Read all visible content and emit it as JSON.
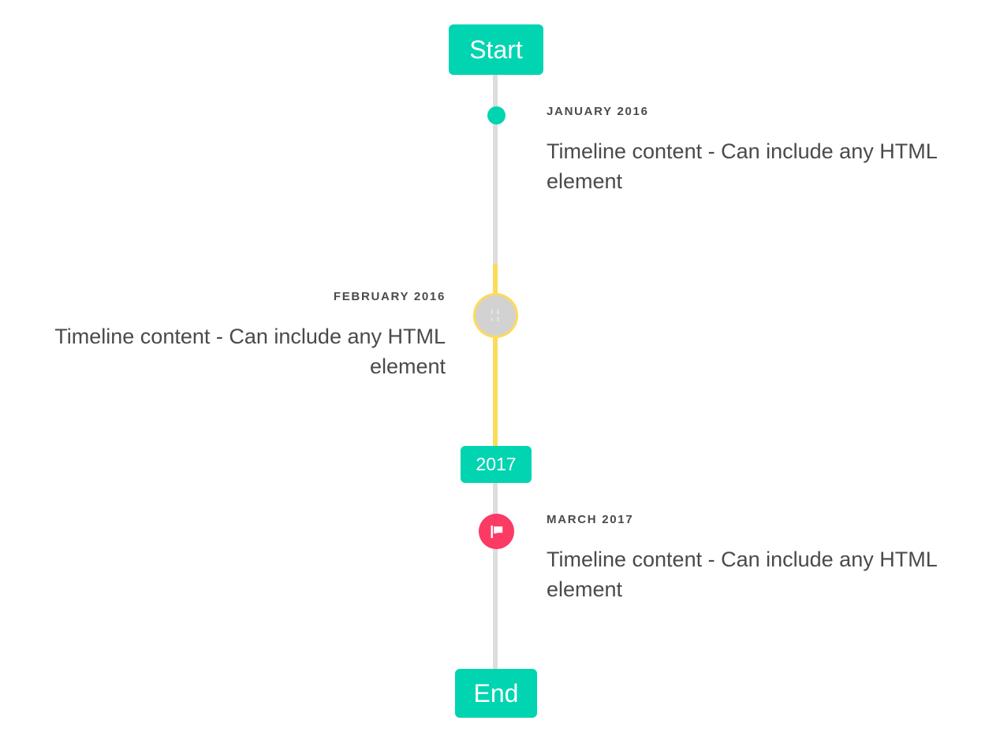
{
  "timeline": {
    "spine_color_default": "#dddddd",
    "spine_color_highlight": "#fcdb5a",
    "accent_color": "#00d4b1",
    "marker_flag_color": "#fb3b64",
    "caps": {
      "start_label": "Start",
      "year_label": "2017",
      "end_label": "End"
    },
    "entries": [
      {
        "label": "JANUARY 2016",
        "body": "Timeline content - Can include any HTML element",
        "side": "right",
        "marker": "dot-icon"
      },
      {
        "label": "FEBRUARY 2016",
        "body": "Timeline content - Can include any HTML element",
        "side": "left",
        "marker": "broken-image-icon"
      },
      {
        "label": "MARCH 2017",
        "body": "Timeline content - Can include any HTML element",
        "side": "right",
        "marker": "flag-icon"
      }
    ]
  }
}
